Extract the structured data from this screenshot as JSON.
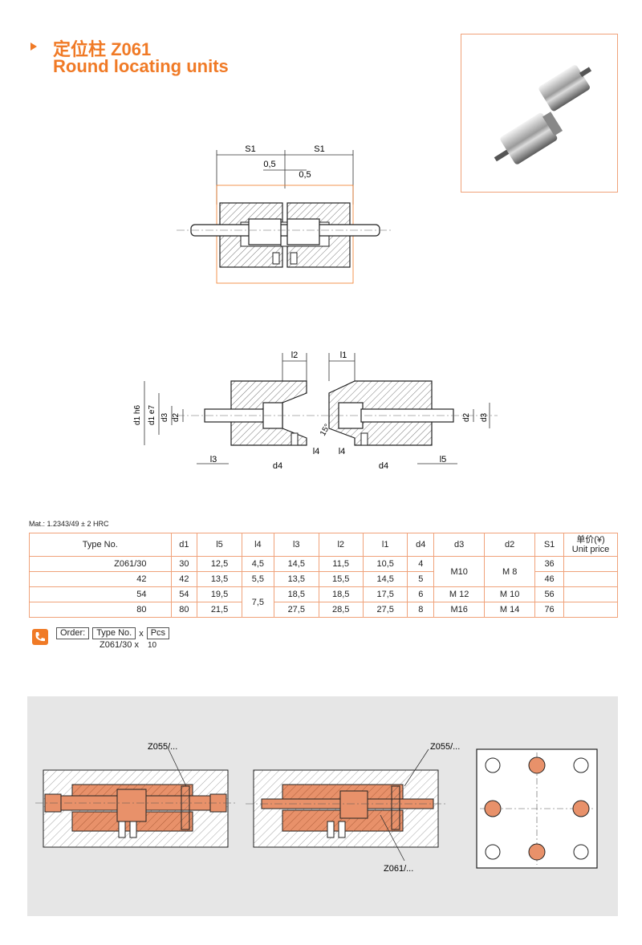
{
  "header": {
    "title_cn": "定位柱 Z061",
    "title_en": "Round locating units"
  },
  "drawing1": {
    "labels": {
      "s1_left": "S1",
      "s1_right": "S1",
      "gap_a": "0,5",
      "gap_b": "0,5"
    }
  },
  "drawing2": {
    "labels": {
      "l2": "l2",
      "l1": "l1",
      "d1h6": "d1 h6",
      "d1e7": "d1 e7",
      "d3_left": "d3",
      "d2_left": "d2",
      "l3": "l3",
      "d4_left": "d4",
      "angle": "15°",
      "l4_left": "l4",
      "l4_right": "l4",
      "d4_right": "d4",
      "l5": "l5",
      "d2_right": "d2",
      "d3_right": "d3"
    }
  },
  "material": "Mat.: 1.2343/49  ± 2 HRC",
  "table": {
    "headers": [
      "Type No.",
      "d1",
      "l5",
      "l4",
      "l3",
      "l2",
      "l1",
      "d4",
      "d3",
      "d2",
      "S1"
    ],
    "price_cn": "单价(¥)",
    "price_en": "Unit price",
    "rows": [
      {
        "type": "Z061/30",
        "d1": "30",
        "l5": "12,5",
        "l4": "4,5",
        "l3": "14,5",
        "l2": "11,5",
        "l1": "10,5",
        "d4": "4",
        "s1": "36"
      },
      {
        "type": "42",
        "d1": "42",
        "l5": "13,5",
        "l4": "5,5",
        "l3": "13,5",
        "l2": "15,5",
        "l1": "14,5",
        "d4": "5",
        "s1": "46"
      },
      {
        "type": "54",
        "d1": "54",
        "l5": "19,5",
        "l3": "18,5",
        "l2": "18,5",
        "l1": "17,5",
        "d4": "6",
        "s1": "56"
      },
      {
        "type": "80",
        "d1": "80",
        "l5": "21,5",
        "l3": "27,5",
        "l2": "28,5",
        "l1": "27,5",
        "d4": "8",
        "s1": "76"
      }
    ],
    "merged": {
      "l4_lower": "7,5",
      "d3_top": "M10",
      "d2_top": "M  8",
      "d3_54": "M 12",
      "d2_54": "M 10",
      "d3_80": "M16",
      "d2_80": "M 14"
    }
  },
  "order": {
    "label": "Order:",
    "type_box": "Type No.",
    "x1": "x",
    "pcs_box": "Pcs",
    "example_type": "Z061/30",
    "example_x": "x",
    "example_pcs": "10"
  },
  "application": {
    "label_a": "Z055/...",
    "label_b": "Z055/...",
    "label_c": "Z061/..."
  },
  "colors": {
    "accent": "#f07a26",
    "part": "#e8916a",
    "border": "#f0a27a",
    "panel": "#e6e6e6"
  }
}
